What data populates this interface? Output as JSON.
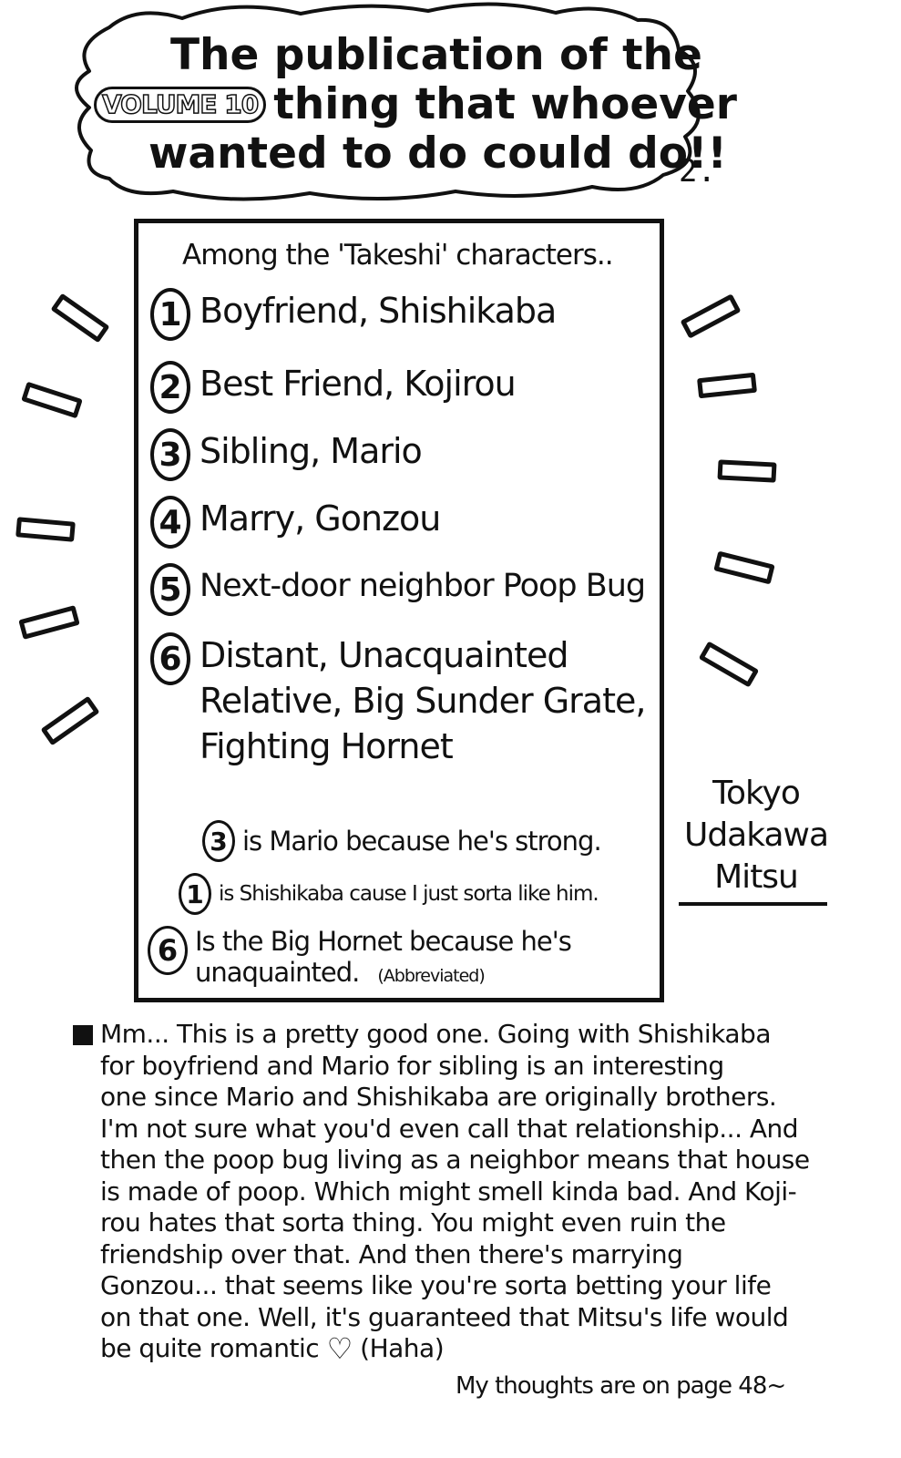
{
  "header": {
    "badge": "VOLUME 10",
    "line1": "The publication of the",
    "line2": "thing that whoever",
    "line3": "wanted to do could do!!",
    "page_number": "2."
  },
  "box": {
    "intro": "Among the 'Takeshi' characters..",
    "items": [
      {
        "num": "1",
        "text": "Boyfriend,  Shishikaba"
      },
      {
        "num": "2",
        "text": "Best Friend, Kojirou"
      },
      {
        "num": "3",
        "text": "Sibling, Mario"
      },
      {
        "num": "4",
        "text": "Marry, Gonzou"
      },
      {
        "num": "5",
        "text": "Next-door neighbor Poop Bug"
      },
      {
        "num": "6",
        "line1": "Distant, Unacquainted",
        "line2": "Relative, Big Sunder Grate,",
        "line3": "Fighting Hornet"
      }
    ],
    "reasons": [
      {
        "num": "3",
        "text": "is Mario because he's strong."
      },
      {
        "num": "1",
        "text": "is Shishikaba cause I just sorta like him."
      },
      {
        "num": "6",
        "line1": "Is the Big Hornet because he's",
        "line2": "unaquainted.",
        "note": "(Abbreviated)"
      }
    ]
  },
  "author": {
    "line1": "Tokyo",
    "line2": "Udakawa",
    "line3": "Mitsu"
  },
  "comment": {
    "lines": [
      "Mm... This is a pretty good one. Going with Shishikaba",
      "for boyfriend and Mario for sibling is an interesting",
      "one since Mario and Shishikaba are originally brothers.",
      "I'm not sure what you'd even call that relationship... And",
      "then the poop bug living as a neighbor means that house",
      "is made of poop. Which might smell kinda bad. And Koji-",
      "rou hates that sorta thing. You might even ruin the",
      "friendship over that. And then there's marrying",
      "Gonzou... that seems like you're sorta betting your life",
      "on that one. Well, it's guaranteed that Mitsu's life would"
    ],
    "last_line": "be quite romantic",
    "heart": "♡",
    "last_suffix": "(Haha)"
  },
  "footer": "My thoughts are on page 48~"
}
